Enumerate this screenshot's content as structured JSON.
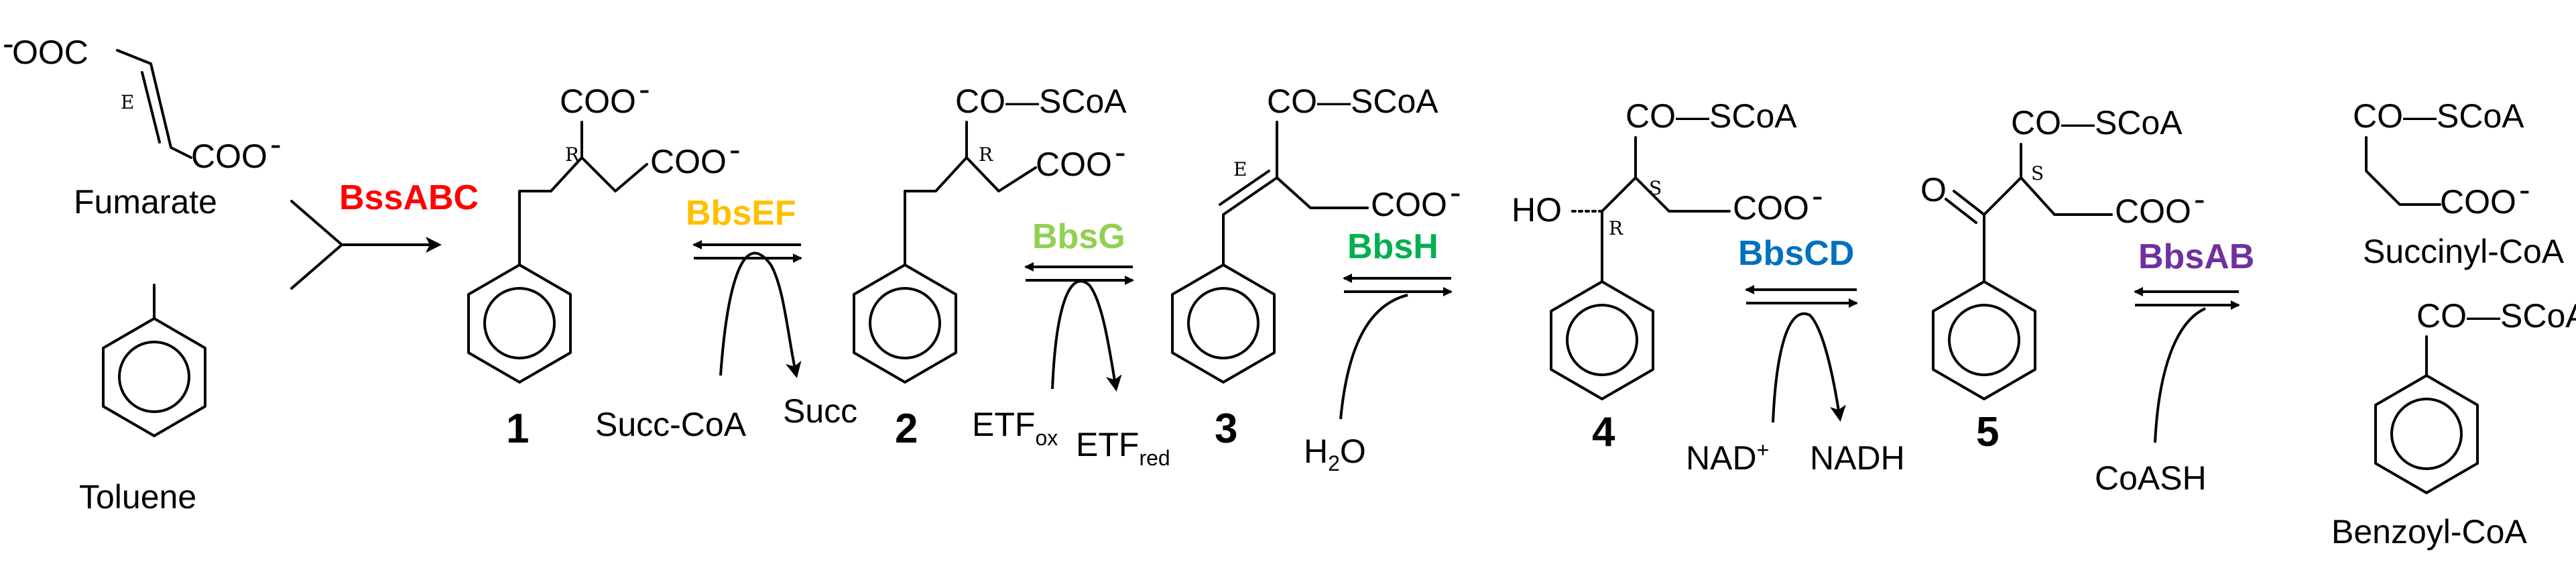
{
  "labels": {
    "fumarate": "Fumarate",
    "toluene": "Toluene",
    "succinyl_coa": "Succinyl-CoA",
    "benzoyl_coa": "Benzoyl-CoA",
    "succ_coa": "Succ-CoA",
    "succ": "Succ",
    "etf": "ETF",
    "etf_ox_sub": "ox",
    "etf_red_sub": "red",
    "h2o_h": "H",
    "h2o_sub": "2",
    "h2o_o": "O",
    "nad": "NAD",
    "nad_sup": "+",
    "nadh": "NADH",
    "coash": "CoASH"
  },
  "groups": {
    "ooc": "OOC",
    "coo": "COO",
    "charge": "-",
    "co_scoa": "CO—SCoA",
    "ho": "HO",
    "o": "O"
  },
  "stereo": {
    "e": "E",
    "r": "R",
    "s": "S"
  },
  "compounds": {
    "c1": "1",
    "c2": "2",
    "c3": "3",
    "c4": "4",
    "c5": "5"
  },
  "enzymes": [
    {
      "name": "BssABC",
      "color": "#ff0000"
    },
    {
      "name": "BbsEF",
      "color": "#ffc000"
    },
    {
      "name": "BbsG",
      "color": "#92d050"
    },
    {
      "name": "BbsH",
      "color": "#00b050"
    },
    {
      "name": "BbsCD",
      "color": "#0070c0"
    },
    {
      "name": "BbsAB",
      "color": "#7030a0"
    }
  ]
}
